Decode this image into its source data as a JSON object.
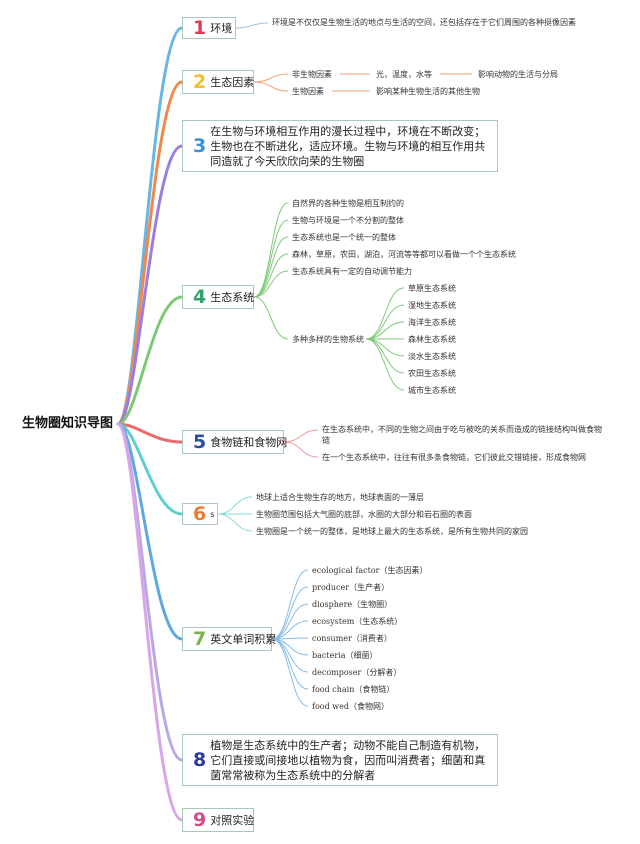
{
  "root": "生物圈知识导图",
  "colors": {
    "c1": "#6ab6e2",
    "c2": "#f2874c",
    "c3": "#9a7fe0",
    "c4": "#7cc875",
    "c5": "#ef6b6b",
    "c6": "#5ecfd0",
    "c7": "#5ea8e0",
    "c8": "#b9a7e6",
    "c9": "#d8a6e8",
    "n1": "#e13c55",
    "n2": "#f0c227",
    "n3": "#3a8fdc",
    "n4": "#2fa36b",
    "n5": "#2c4fa5",
    "n6": "#f07a32",
    "n7": "#7db24a",
    "n8": "#2c3a9c",
    "n9": "#d14a8b"
  },
  "branches": {
    "b1": {
      "num": "1",
      "label": "环境",
      "desc": "环境是不仅仅是生物生活的地点与生活的空间，还包括存在于它们周围的各种挺像因素"
    },
    "b2": {
      "num": "2",
      "label": "生态因素",
      "abiotic": "非生物因素",
      "abiotic_items": "光，温度，水等",
      "abiotic_effect": "影响动物的生活与分局",
      "biotic": "生物因素",
      "biotic_effect": "影响某种生物生活的其他生物"
    },
    "b3": {
      "num": "3",
      "text": "在生物与环境相互作用的漫长过程中，环境在不断改变；生物也在不断进化，适应环境。生物与环境的相互作用共同造就了今天欣欣向荣的生物圈"
    },
    "b4": {
      "num": "4",
      "label": "生态系统",
      "items": [
        "自然界的各种生物是相互制约的",
        "生物与环境是一个不分割的整体",
        "生态系统也是一个统一的整体",
        "森林，草原，农田，湖泊，河流等等都可以看做一个个生态系统",
        "生态系统具有一定的自动调节能力"
      ],
      "diverse": "多种多样的生物系统",
      "types": [
        "草原生态系统",
        "湿地生态系统",
        "海洋生态系统",
        "森林生态系统",
        "淡水生态系统",
        "农田生态系统",
        "城市生态系统"
      ]
    },
    "b5": {
      "num": "5",
      "label": "食物链和食物网",
      "desc1": "在生态系统中，不同的生物之间由于吃与被吃的关系而造成的链接结构叫做食物链",
      "desc2": "在一个生态系统中，往往有很多条食物链，它们彼此交错链接，形成食物网"
    },
    "b6": {
      "num": "6",
      "label": "s",
      "items": [
        "地球上适合生物生存的地方，地球表面的一薄层",
        "生物圈范围包括大气圈的底部，水圈的大部分和岩石圈的表面",
        "生物圈是一个统一的整体，是地球上最大的生态系统，是所有生物共同的家园"
      ]
    },
    "b7": {
      "num": "7",
      "label": "英文单词积累",
      "items": [
        "ecological factor（生态因素）",
        "producer（生产者）",
        "diosphere（生物圈）",
        "ecosystem（生态系统）",
        "consumer（消费者）",
        "bacteria（细菌）",
        "decomposer（分解者）",
        "food chain（食物链）",
        "food wed（食物网）"
      ]
    },
    "b8": {
      "num": "8",
      "text": "植物是生态系统中的生产者；动物不能自己制造有机物，它们直接或间接地以植物为食，因而叫消费者；细菌和真菌常常被称为生态系统中的分解者"
    },
    "b9": {
      "num": "9",
      "label": "对照实验"
    }
  }
}
